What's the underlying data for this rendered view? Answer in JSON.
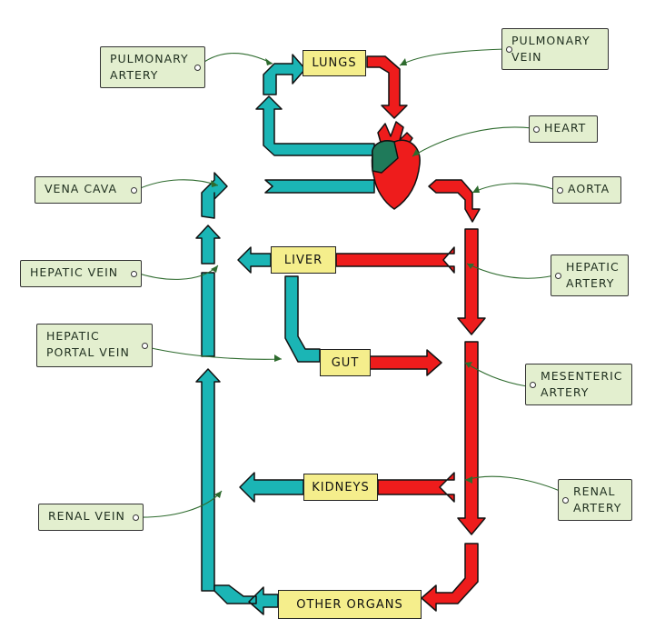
{
  "organs": {
    "lungs": "LUNGS",
    "liver": "LIVER",
    "gut": "GUT",
    "kidneys": "KIDNEYS",
    "other": "OTHER ORGANS"
  },
  "labels": {
    "pulmonary_artery": [
      "PULMONARY",
      "ARTERY"
    ],
    "pulmonary_vein": [
      "PULMONARY",
      "VEIN"
    ],
    "heart": [
      "HEART"
    ],
    "vena_cava": [
      "VENA CAVA"
    ],
    "aorta": [
      "AORTA"
    ],
    "hepatic_vein": [
      "HEPATIC VEIN"
    ],
    "hepatic_artery": [
      "HEPATIC",
      "ARTERY"
    ],
    "hepatic_portal_vein": [
      "HEPATIC",
      "PORTAL VEIN"
    ],
    "mesenteric_artery": [
      "MESENTERIC",
      "ARTERY"
    ],
    "renal_vein": [
      "RENAL VEIN"
    ],
    "renal_artery": [
      "RENAL",
      "ARTERY"
    ]
  },
  "colors": {
    "oxygenated": "#ee1c1c",
    "deoxygenated": "#1bb5b5",
    "organ_box": "#f5ee8c",
    "tag": "#e3efcf",
    "heart_top": "#1f7a5a"
  }
}
